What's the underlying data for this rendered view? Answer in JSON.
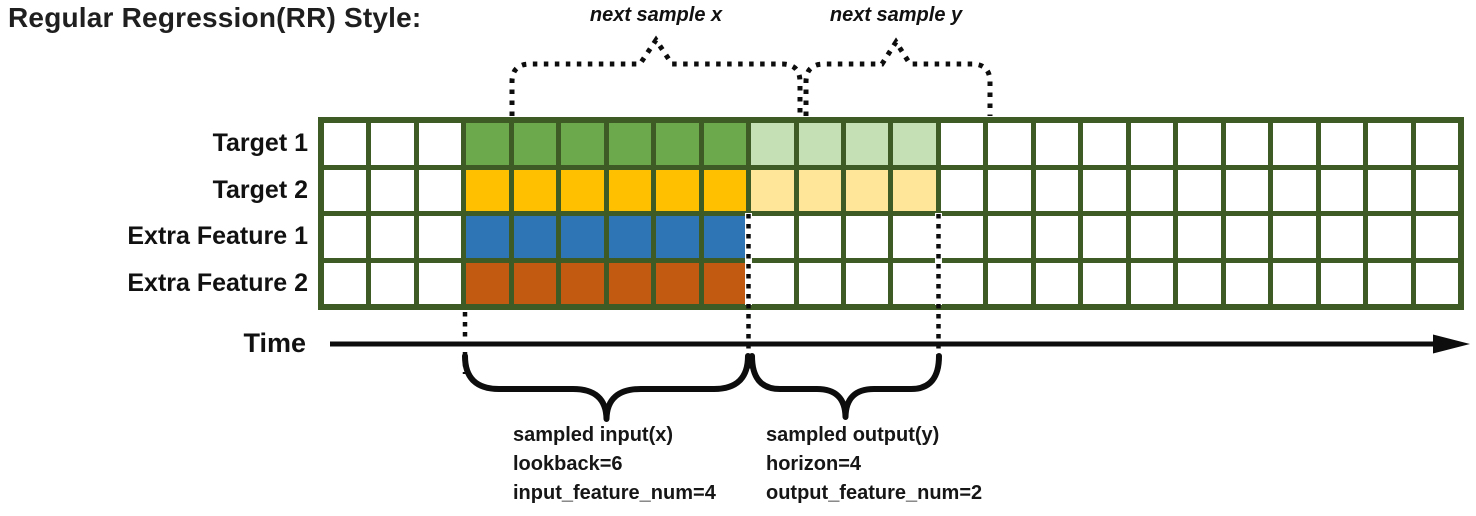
{
  "title": "Regular Regression(RR) Style:",
  "annotations": {
    "next_sample_x": "next sample x",
    "next_sample_y": "next sample y",
    "time_label": "Time"
  },
  "input_block": [
    "sampled input(x)",
    "lookback=6",
    "input_feature_num=4"
  ],
  "output_block": [
    "sampled output(y)",
    "horizon=4",
    "output_feature_num=2"
  ],
  "colors": {
    "grid_border": "#3E5B26",
    "target1_input": "#6CA94D",
    "target1_output": "#C5E0B4",
    "target2_input": "#FFC000",
    "target2_output": "#FFE699",
    "extra1_input": "#2E75B6",
    "extra2_input": "#C25A11",
    "line_black": "#0d0d0d"
  },
  "grid": {
    "columns": 24,
    "lookback": 6,
    "horizon": 4,
    "input_start_col": 3,
    "rows": [
      {
        "label": "Target 1",
        "segments": [
          {
            "start": 3,
            "end": 8,
            "color_key": "target1_input"
          },
          {
            "start": 9,
            "end": 12,
            "color_key": "target1_output"
          }
        ]
      },
      {
        "label": "Target 2",
        "segments": [
          {
            "start": 3,
            "end": 8,
            "color_key": "target2_input"
          },
          {
            "start": 9,
            "end": 12,
            "color_key": "target2_output"
          }
        ]
      },
      {
        "label": "Extra Feature 1",
        "segments": [
          {
            "start": 3,
            "end": 8,
            "color_key": "extra1_input"
          }
        ]
      },
      {
        "label": "Extra Feature 2",
        "segments": [
          {
            "start": 3,
            "end": 8,
            "color_key": "extra2_input"
          }
        ]
      }
    ]
  }
}
